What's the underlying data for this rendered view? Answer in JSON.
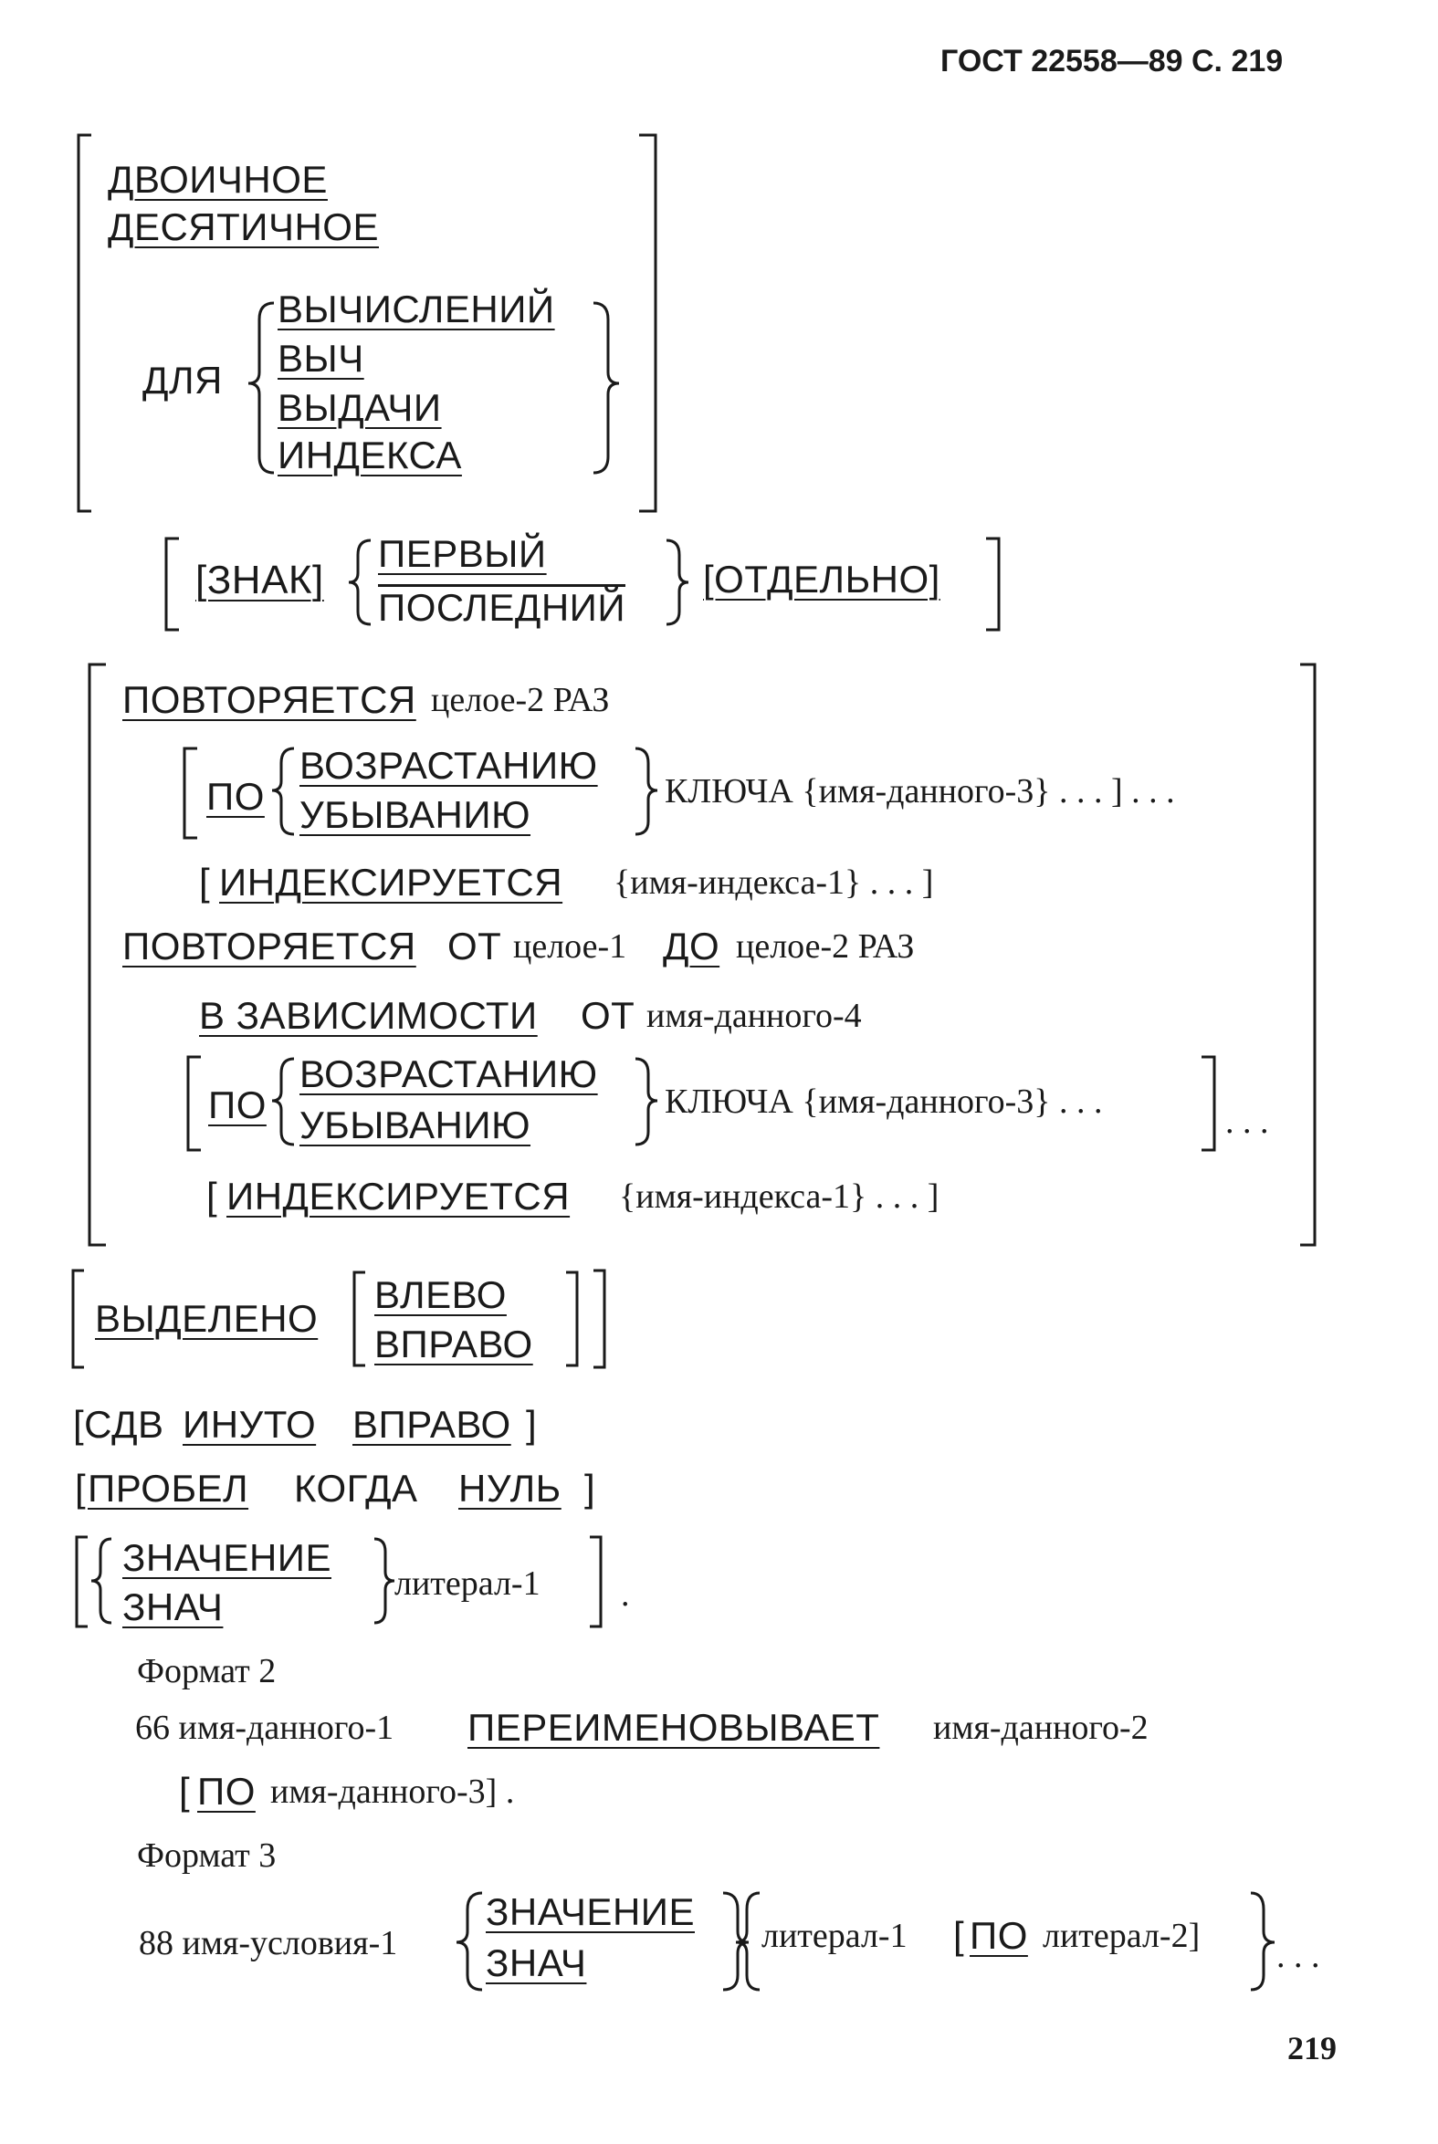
{
  "header": {
    "gost": "ГОСТ 22558—89 С. 219"
  },
  "block1": {
    "binary": "ДВОИЧНОЕ",
    "decimal": "ДЕСЯТИЧНОЕ",
    "for": "ДЛЯ",
    "computations": "ВЫЧИСЛЕНИЙ",
    "comp": "ВЫЧ",
    "output": "ВЫДАЧИ",
    "index": "ИНДЕКСА"
  },
  "sign": {
    "bracket_l": "[",
    "kw": "[ЗНАК]",
    "first": "ПЕРВЫЙ",
    "last": "ПОСЛЕДНИЙ",
    "separate": "[ОТДЕЛЬНО]"
  },
  "occurs": {
    "line1_kw": "ПОВТОРЯЕТСЯ",
    "line1_rest": "целое-2 РАЗ",
    "by1": "ПО",
    "asc1": "ВОЗРАСТАНИЮ",
    "desc1": "УБЫВАНИЮ",
    "key1": "КЛЮЧА {имя-данного-3} . . . ] . . .",
    "idx1_lb": "[",
    "idx1_kw": "ИНДЕКСИРУЕТСЯ",
    "idx1_rest": "{имя-индекса-1} . . . ]",
    "line2_kw": "ПОВТОРЯЕТСЯ",
    "line2_ot": "ОТ",
    "line2_int1": "целое-1",
    "line2_do": "ДО",
    "line2_rest": "целое-2 РАЗ",
    "dep_kw": "В ЗАВИСИМОСТИ",
    "dep_ot": "ОТ",
    "dep_rest": "имя-данного-4",
    "by2": "ПО",
    "asc2": "ВОЗРАСТАНИЮ",
    "desc2": "УБЫВАНИЮ",
    "key2": "КЛЮЧА {имя-данного-3} . . .",
    "key2_dots": ". . .",
    "idx2_lb": "[",
    "idx2_kw": "ИНДЕКСИРУЕТСЯ",
    "idx2_rest": "{имя-индекса-1} . . . ]"
  },
  "justified": {
    "kw": "ВЫДЕЛЕНО",
    "left": "ВЛЕВО",
    "right": "ВПРАВО"
  },
  "shifted": {
    "lb": "[СДВ",
    "kw1": "ИНУТО",
    "kw2": "ВПРАВО",
    "rb": "]"
  },
  "blank": {
    "lb": "[",
    "kw1": "ПРОБЕЛ",
    "when": "КОГДА",
    "kw2": "НУЛЬ",
    "rb": "]"
  },
  "value": {
    "kw1": "ЗНАЧЕНИЕ",
    "kw2": "ЗНАЧ",
    "lit": "литерал-1",
    "dot": "."
  },
  "format2": {
    "title": "Формат 2",
    "line1_pre": "66 имя-данного-1",
    "line1_kw": "ПЕРЕИМЕНОВЫВАЕТ",
    "line1_post": "имя-данного-2",
    "line2_lb": "[",
    "line2_kw": "ПО",
    "line2_rest": "имя-данного-3] ."
  },
  "format3": {
    "title": "Формат 3",
    "pre": "88 имя-условия-1",
    "kw1": "ЗНАЧЕНИЕ",
    "kw2": "ЗНАЧ",
    "lit1": "литерал-1",
    "lb": "[",
    "by": "ПО",
    "lit2": "литерал-2]",
    "dots": ". . ."
  },
  "footer": {
    "page": "219"
  }
}
